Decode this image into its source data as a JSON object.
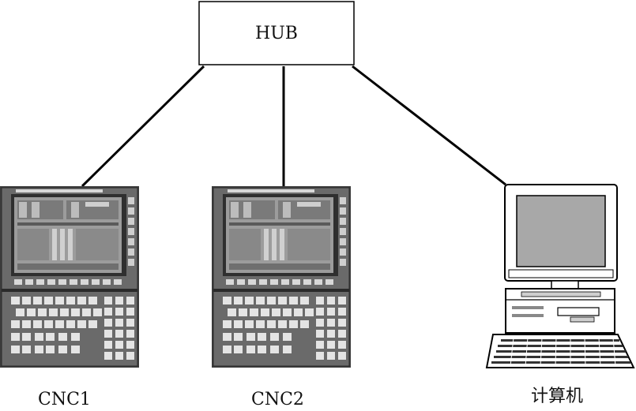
{
  "hub": {
    "label": "HUB"
  },
  "nodes": [
    {
      "id": "cnc1",
      "label": "CNC1",
      "kind": "cnc-panel"
    },
    {
      "id": "cnc2",
      "label": "CNC2",
      "kind": "cnc-panel"
    },
    {
      "id": "pc",
      "label": "计算机",
      "kind": "desktop-computer"
    }
  ],
  "colors": {
    "line": "#000000",
    "panel_frame": "#4a4a4a",
    "screen": "#9a9a9a",
    "monitor_screen": "#a8a8a8"
  }
}
